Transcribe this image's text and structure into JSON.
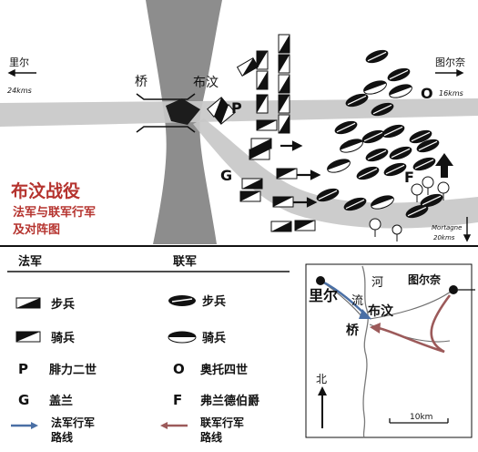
{
  "map": {
    "left_dest": "里尔",
    "left_dist": "24kms",
    "right_dest": "图尔奈",
    "right_dist": "16kms",
    "bottom_dest": "Mortagne",
    "bottom_dist": "20kms",
    "label_bridge": "桥",
    "label_town": "布汶",
    "marker_p": "P",
    "marker_g": "G",
    "marker_o": "O",
    "marker_f": "F",
    "title": "布汶战役",
    "subtitle1": "法军与联军行军",
    "subtitle2": "及对阵图"
  },
  "legend": {
    "french_header": "法军",
    "allied_header": "联军",
    "infantry": "步兵",
    "cavalry": "骑兵",
    "p_name": "腓力二世",
    "o_name": "奥托四世",
    "g_name": "盖兰",
    "f_name": "弗兰德伯爵",
    "french_route_1": "法军行军",
    "french_route_2": "路线",
    "allied_route_1": "联军行军",
    "allied_route_2": "路线"
  },
  "inset": {
    "lille": "里尔",
    "tournai": "图尔奈",
    "bouvines": "布汶",
    "river_1": "河",
    "river_2": "流",
    "bridge": "桥",
    "north": "北",
    "scale": "10km"
  },
  "colors": {
    "french_route": "#4a6fa5",
    "allied_route": "#9c5a5a",
    "river": "#8c8c8c",
    "road": "#c4c4c4",
    "title_red": "#b5332e"
  }
}
